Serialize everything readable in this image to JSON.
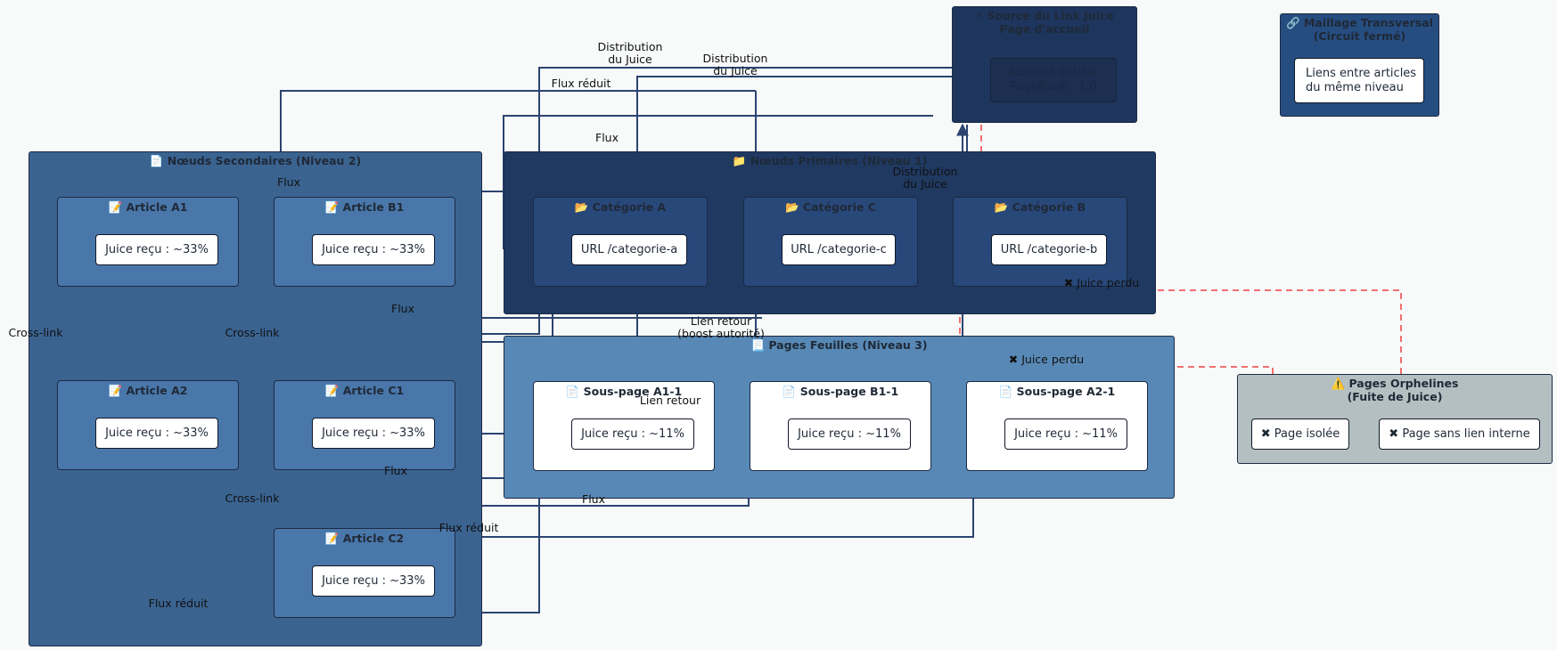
{
  "colors": {
    "edge": "#2b4470",
    "lost_edge": "#f07070",
    "source_cluster": "#1e355e",
    "primary_cluster": "#1f3961",
    "primary_node": "#28487a",
    "secondary_cluster": "#3a6390",
    "secondary_node": "#4a77aa",
    "leaf_cluster": "#5889b6",
    "orphan_cluster": "#b4bfc2",
    "mesh_cluster": "#264d80"
  },
  "source": {
    "title": "⚡ Source du Link Juice\nPage d'accueil",
    "node_label": "Autorité Initiale\nPageRank : 1.0"
  },
  "mesh": {
    "title": "🔗 Maillage Transversal\n(Circuit fermé)",
    "node_label": "Liens entre articles\ndu même niveau"
  },
  "primary": {
    "title": "📁 Nœuds Primaires (Niveau 1)",
    "categories": [
      {
        "title": "📂 Catégorie A",
        "url": "URL /categorie-a"
      },
      {
        "title": "📂 Catégorie C",
        "url": "URL /categorie-c"
      },
      {
        "title": "📂 Catégorie B",
        "url": "URL /categorie-b"
      }
    ]
  },
  "secondary": {
    "title": "📄 Nœuds Secondaires (Niveau 2)",
    "articles": [
      {
        "title": "📝 Article A1",
        "juice": "Juice reçu : ~33%"
      },
      {
        "title": "📝 Article B1",
        "juice": "Juice reçu : ~33%"
      },
      {
        "title": "📝 Article A2",
        "juice": "Juice reçu : ~33%"
      },
      {
        "title": "📝 Article C1",
        "juice": "Juice reçu : ~33%"
      },
      {
        "title": "📝 Article C2",
        "juice": "Juice reçu : ~33%"
      }
    ]
  },
  "leaves": {
    "title": "📃 Pages Feuilles (Niveau 3)",
    "pages": [
      {
        "title": "📄 Sous-page A1-1",
        "juice": "Juice reçu : ~11%"
      },
      {
        "title": "📄 Sous-page B1-1",
        "juice": "Juice reçu : ~11%"
      },
      {
        "title": "📄 Sous-page A2-1",
        "juice": "Juice reçu : ~11%"
      }
    ]
  },
  "orphans": {
    "title": "⚠️ Pages Orphelines\n(Fuite de Juice)",
    "pages": [
      "✖ Page isolée",
      "✖ Page sans lien interne"
    ]
  },
  "edge_labels": {
    "distribution_1": "Distribution\ndu Juice",
    "distribution_2": "Distribution\ndu Juice",
    "distribution_3": "Distribution\ndu Juice",
    "flux_reduit_top": "Flux réduit",
    "flux_top": "Flux",
    "flux_a1": "Flux",
    "cross_link_1": "Cross-link",
    "cross_link_2": "Cross-link",
    "cross_link_3": "Cross-link",
    "flux_mid": "Flux",
    "lien_retour_boost": "Lien retour\n(boost autorité)",
    "lien_retour": "Lien retour",
    "juice_perdu_1": "✖ Juice perdu",
    "juice_perdu_2": "✖ Juice perdu",
    "flux_c1": "Flux",
    "flux_bottom": "Flux",
    "flux_reduit_mid": "Flux réduit",
    "flux_reduit_bottom": "Flux réduit"
  }
}
